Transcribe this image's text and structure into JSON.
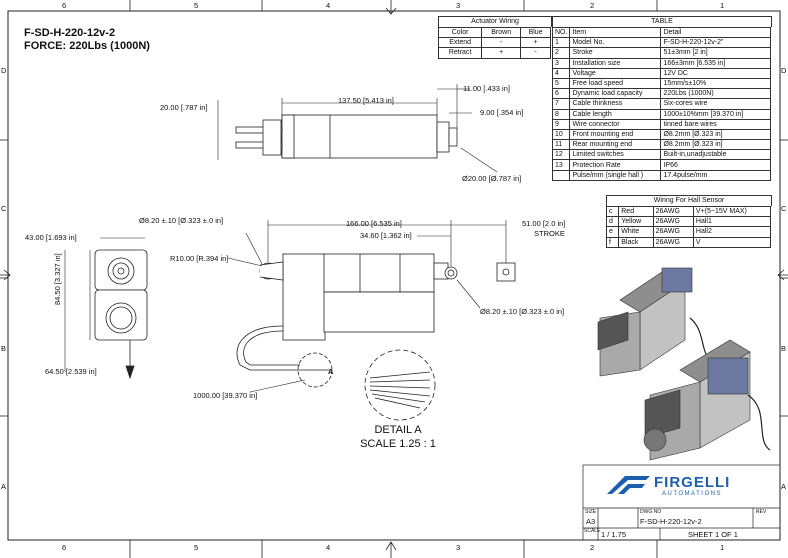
{
  "header": {
    "model": "F-SD-H-220-12v-2",
    "force": "FORCE: 220Lbs (1000N)"
  },
  "grid_labels": {
    "cols": [
      "6",
      "5",
      "4",
      "3",
      "2",
      "1"
    ],
    "rows": [
      "D",
      "C",
      "B",
      "A"
    ]
  },
  "wiring": {
    "title": "Actuator Wiring",
    "headers": [
      "Color",
      "Brown",
      "Blue"
    ],
    "rows": [
      [
        "Extend",
        "-",
        "+"
      ],
      [
        "Retract",
        "+",
        "-"
      ]
    ]
  },
  "spec_table": {
    "title": "TABLE",
    "headers": [
      "NO.",
      "Item",
      "Detail"
    ],
    "rows": [
      [
        "1",
        "Model No.",
        "F-SD-H-220-12v-2\""
      ],
      [
        "2",
        "Stroke",
        "51±3mm [2 in]"
      ],
      [
        "3",
        "Installation size",
        "166±3mm [6.535 in]"
      ],
      [
        "4",
        "Voltage",
        "12V DC"
      ],
      [
        "5",
        "Free load speed",
        "15mm/s±10%"
      ],
      [
        "6",
        "Dynamic load capacity",
        "220Lbs (1000N)"
      ],
      [
        "7",
        "Cable thinkness",
        "Six-cores wire"
      ],
      [
        "8",
        "Cable length",
        "1000±10%mm [39.370 in]"
      ],
      [
        "9",
        "Wire connector",
        "tinned bare wires"
      ],
      [
        "10",
        "Front mounting end",
        "Ø8.2mm [Ø.323 in]"
      ],
      [
        "11",
        "Rear mounting end",
        "Ø8.2mm [Ø.323 in]"
      ],
      [
        "12",
        "Limited switches",
        "Built-in,unadjustable"
      ],
      [
        "13",
        "Protection Rate",
        "IP66"
      ],
      [
        "",
        "Pulse/mm  (single hall )",
        "17.4pulse/mm"
      ]
    ]
  },
  "hall_table": {
    "title": "Wiring For Hall Sensor",
    "rows": [
      [
        "c",
        "Red",
        "26AWG",
        "V+(5~15V MAX)"
      ],
      [
        "d",
        "Yellow",
        "26AWG",
        "Hall1"
      ],
      [
        "e",
        "White",
        "26AWG",
        "Hall2"
      ],
      [
        "f",
        "Black",
        "26AWG",
        "V"
      ]
    ]
  },
  "dims": {
    "d1": "20.00 [.787 in]",
    "d2": "137.50 [5.413 in]",
    "d3": "11.00 [.433 in]",
    "d4": "9.00 [.354 in]",
    "d5": "Ø20.00 [Ø.787 in]",
    "d6": "43.00 [1.693 in]",
    "d7": "84.50 [3.327 in]",
    "d8": "64.50 [2.539 in]",
    "d9": "Ø8.20 ±.10 [Ø.323 ±.0 in]",
    "d10": "166.00 [6.535 in]",
    "d11": "34.60 [1.362 in]",
    "d12": "51.00 [2.0 in]",
    "d12b": "STROKE",
    "d13": "R10.00 [R.394 in]",
    "d14": "Ø8.20 ±.10 [Ø.323 ±.0 in]",
    "d15": "1000.00 [39.370 in]",
    "callout": "A"
  },
  "detail": {
    "title": "DETAIL  A",
    "scale": "SCALE 1.25 : 1"
  },
  "title_block": {
    "logo": "FIRGELLI",
    "logo_sub": "AUTOMATIONS",
    "size_label": "SIZE",
    "size": "A3",
    "dwg_label": "DWG NO",
    "dwg": "F-SD-H-220-12v-2",
    "rev_label": "REV",
    "scale_label": "SCALE",
    "scale": "1 / 1.75",
    "sheet": "SHEET 1 OF 1"
  },
  "colors": {
    "line": "#222222",
    "accent": "#1d5fae",
    "body": "#8a8a8a"
  }
}
